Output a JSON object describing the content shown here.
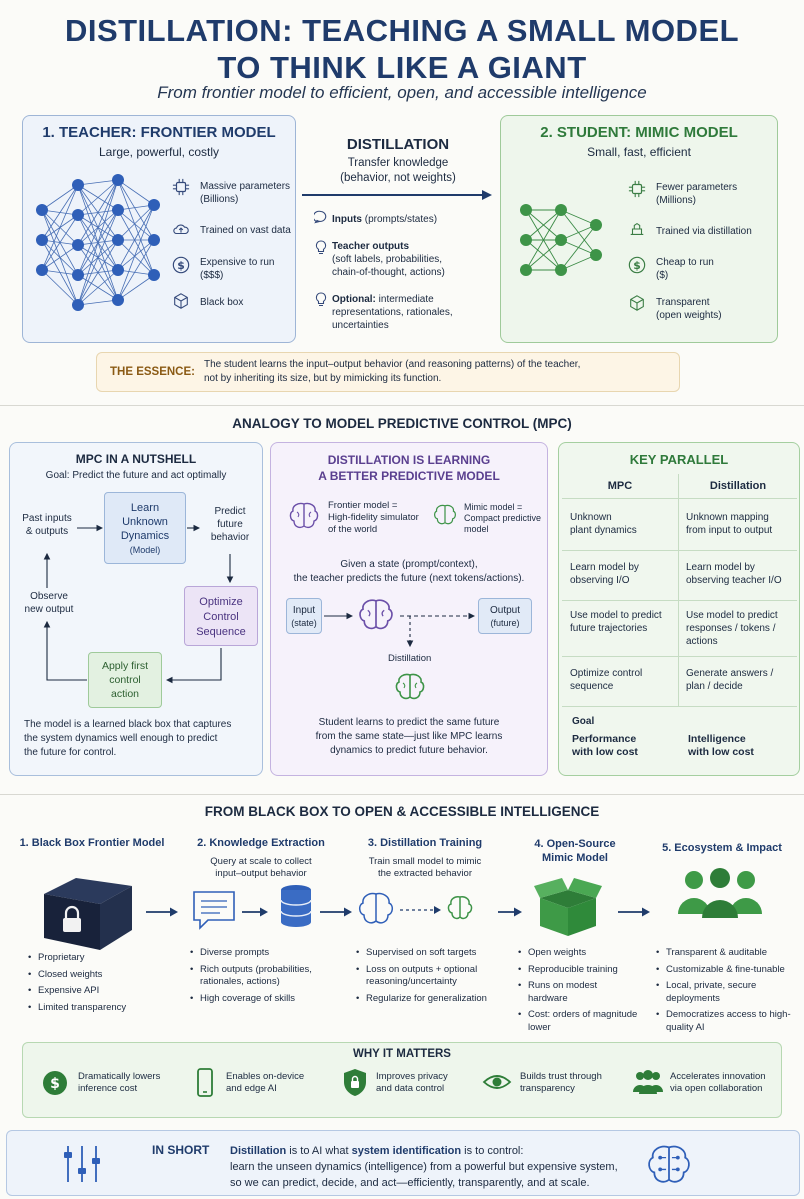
{
  "header": {
    "title_line1": "DISTILLATION: TEACHING A SMALL MODEL",
    "title_line2": "TO THINK LIKE A GIANT",
    "subtitle": "From frontier model to efficient, open, and accessible intelligence"
  },
  "teacher": {
    "title": "1. TEACHER: FRONTIER MODEL",
    "subtitle": "Large, powerful, costly",
    "features": [
      {
        "line1": "Massive parameters",
        "line2": "(Billions)",
        "icon": "chip-icon"
      },
      {
        "line1": "Trained on vast data",
        "line2": "",
        "icon": "cloud-upload-icon"
      },
      {
        "line1": "Expensive to run",
        "line2": "($$$)",
        "icon": "dollar-icon"
      },
      {
        "line1": "Black box",
        "line2": "",
        "icon": "cube-icon"
      }
    ]
  },
  "distillation": {
    "title": "DISTILLATION",
    "sub1": "Transfer knowledge",
    "sub2": "(behavior, not weights)",
    "items": [
      {
        "bold": "Inputs",
        "rest": " (prompts/states)",
        "line2": "",
        "line3": ""
      },
      {
        "bold": "Teacher outputs",
        "rest": "",
        "line2": "(soft labels, probabilities,",
        "line3": "chain-of-thought, actions)"
      },
      {
        "bold": "Optional:",
        "rest": " intermediate",
        "line2": "representations, rationales,",
        "line3": "uncertainties"
      }
    ]
  },
  "student": {
    "title": "2. STUDENT: MIMIC MODEL",
    "subtitle": "Small, fast, efficient",
    "features": [
      {
        "line1": "Fewer parameters",
        "line2": "(Millions)"
      },
      {
        "line1": "Trained via distillation",
        "line2": ""
      },
      {
        "line1": "Cheap to run",
        "line2": "($)"
      },
      {
        "line1": "Transparent",
        "line2": "(open weights)"
      }
    ]
  },
  "essence": {
    "label": "THE ESSENCE:",
    "line1": "The student learns the input–output behavior (and reasoning patterns) of the teacher,",
    "line2": "not by inheriting its size, but by mimicking its function."
  },
  "mpc_section": {
    "title": "ANALOGY TO MODEL PREDICTIVE CONTROL (MPC)",
    "nutshell": {
      "title": "MPC IN A NUTSHELL",
      "goal": "Goal: Predict the future and act optimally",
      "past": [
        "Past inputs",
        "& outputs"
      ],
      "learn": [
        "Learn",
        "Unknown",
        "Dynamics"
      ],
      "learn_sub": "(Model)",
      "predict": [
        "Predict",
        "future",
        "behavior"
      ],
      "optimize": [
        "Optimize",
        "Control",
        "Sequence"
      ],
      "observe": [
        "Observe",
        "new output"
      ],
      "apply": [
        "Apply first",
        "control",
        "action"
      ],
      "caption": [
        "The model is a learned black box that captures",
        "the system dynamics well enough to predict",
        "the future for control."
      ]
    },
    "learning": {
      "title1": "DISTILLATION IS LEARNING",
      "title2": "A BETTER PREDICTIVE MODEL",
      "frontier": [
        "Frontier model =",
        "High-fidelity simulator",
        "of the world"
      ],
      "mimic": [
        "Mimic model =",
        "Compact predictive",
        "model"
      ],
      "given": [
        "Given a state (prompt/context),",
        "the teacher predicts the future (next tokens/actions)."
      ],
      "input": [
        "Input",
        "(state)"
      ],
      "output": [
        "Output",
        "(future)"
      ],
      "distill_label": "Distillation",
      "caption": [
        "Student learns to predict the same future",
        "from the same state—just like MPC learns",
        "dynamics to predict future behavior."
      ]
    },
    "parallel": {
      "title": "KEY PARALLEL",
      "col1": "MPC",
      "col2": "Distillation",
      "rows": [
        {
          "a": [
            "Unknown",
            "plant dynamics"
          ],
          "b": [
            "Unknown mapping",
            "from input to output"
          ]
        },
        {
          "a": [
            "Learn model by",
            "observing I/O"
          ],
          "b": [
            "Learn model by",
            "observing teacher I/O"
          ]
        },
        {
          "a": [
            "Use model to predict",
            "future trajectories"
          ],
          "b": [
            "Use model to predict",
            "responses / tokens /",
            "actions"
          ]
        },
        {
          "a": [
            "Optimize control",
            "sequence"
          ],
          "b": [
            "Generate answers /",
            "plan / decide"
          ]
        }
      ],
      "goal_label": "Goal",
      "goal_a": [
        "Performance",
        "with low cost"
      ],
      "goal_b": [
        "Intelligence",
        "with low cost"
      ]
    }
  },
  "pipeline": {
    "title": "FROM BLACK BOX TO OPEN & ACCESSIBLE INTELLIGENCE",
    "steps": [
      {
        "title": [
          "1. Black Box Frontier Model"
        ],
        "desc": [],
        "bullets": [
          "Proprietary",
          "Closed weights",
          "Expensive API",
          "Limited transparency"
        ]
      },
      {
        "title": [
          "2. Knowledge Extraction"
        ],
        "desc": [
          "Query at scale to collect",
          "input–output behavior"
        ],
        "bullets": [
          "Diverse prompts",
          "Rich outputs (probabilities, rationales, actions)",
          "High coverage of skills"
        ]
      },
      {
        "title": [
          "3. Distillation Training"
        ],
        "desc": [
          "Train small model to mimic",
          "the extracted behavior"
        ],
        "bullets": [
          "Supervised on soft targets",
          "Loss on outputs + optional reasoning/uncertainty",
          "Regularize for generalization"
        ]
      },
      {
        "title": [
          "4. Open-Source",
          "Mimic Model"
        ],
        "desc": [],
        "bullets": [
          "Open weights",
          "Reproducible training",
          "Runs on modest hardware",
          "Cost: orders of magnitude lower"
        ]
      },
      {
        "title": [
          "5. Ecosystem & Impact"
        ],
        "desc": [],
        "bullets": [
          "Transparent & auditable",
          "Customizable & fine-tunable",
          "Local, private, secure deployments",
          "Democratizes access to high-quality AI"
        ]
      }
    ]
  },
  "why": {
    "title": "WHY IT MATTERS",
    "items": [
      [
        "Dramatically lowers",
        "inference cost"
      ],
      [
        "Enables on-device",
        "and edge AI"
      ],
      [
        "Improves privacy",
        "and data control"
      ],
      [
        "Builds trust through",
        "transparency"
      ],
      [
        "Accelerates innovation",
        "via open collaboration"
      ]
    ]
  },
  "short": {
    "label": "IN SHORT",
    "p1": "Distillation",
    "p2": " is to AI what ",
    "p3": "system identification",
    "p4": " is to control:",
    "line2": "learn the unseen dynamics (intelligence) from a powerful but expensive system,",
    "line3": "so we can predict, decide, and act—efficiently, transparently, and at scale."
  }
}
